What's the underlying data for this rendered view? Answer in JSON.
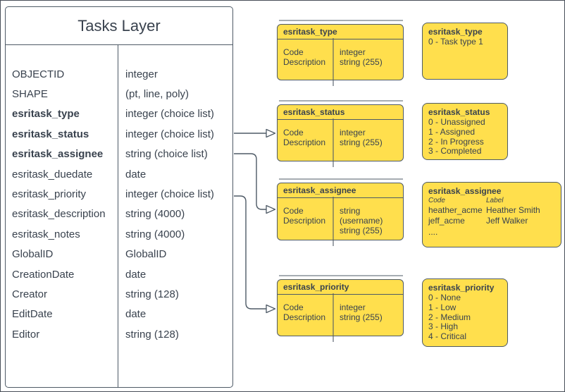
{
  "main_table": {
    "title": "Tasks Layer",
    "fields": [
      {
        "name": "OBJECTID",
        "type": "integer"
      },
      {
        "name": "SHAPE",
        "type": "(pt, line, poly)"
      },
      {
        "name": "esritask_type",
        "type": "integer (choice list)"
      },
      {
        "name": "esritask_status",
        "type": "integer (choice list)"
      },
      {
        "name": "esritask_assignee",
        "type": "string (choice list)"
      },
      {
        "name": "esritask_duedate",
        "type": "date"
      },
      {
        "name": "esritask_priority",
        "type": "integer (choice list)"
      },
      {
        "name": "esritask_description",
        "type": "string (4000)"
      },
      {
        "name": "esritask_notes",
        "type": "string (4000)"
      },
      {
        "name": "GlobalID",
        "type": "GlobalID"
      },
      {
        "name": "CreationDate",
        "type": "date"
      },
      {
        "name": "Creator",
        "type": "string (128)"
      },
      {
        "name": "EditDate",
        "type": "date"
      },
      {
        "name": "Editor",
        "type": "string (128)"
      }
    ]
  },
  "domain_tables": [
    {
      "title": "esritask_type",
      "left": [
        "Code",
        "Description"
      ],
      "right": [
        "integer",
        "string (255)"
      ]
    },
    {
      "title": "esritask_status",
      "left": [
        "Code",
        "Description"
      ],
      "right": [
        "integer",
        "string (255)"
      ]
    },
    {
      "title": "esritask_assignee",
      "left": [
        "Code",
        "Description"
      ],
      "right": [
        "string (username)",
        "string (255)"
      ]
    },
    {
      "title": "esritask_priority",
      "left": [
        "Code",
        "Description"
      ],
      "right": [
        "integer",
        "string (255)"
      ]
    }
  ],
  "value_lists": [
    {
      "title": "esritask_type",
      "values": [
        "0 - Task type 1"
      ]
    },
    {
      "title": "esritask_status",
      "values": [
        "0 - Unassigned",
        "1 - Assigned",
        "2 - In Progress",
        "3 - Completed"
      ]
    },
    {
      "title": "esritask_assignee",
      "col_headers": [
        "Code",
        "Label"
      ],
      "rows": [
        {
          "code": "heather_acme",
          "label": "Heather Smith"
        },
        {
          "code": "jeff_acme",
          "label": "Jeff Walker"
        }
      ],
      "more": "...."
    },
    {
      "title": "esritask_priority",
      "values": [
        "0 - None",
        "1 - Low",
        "2 - Medium",
        "3 - High",
        "4 - Critical"
      ]
    }
  ],
  "colors": {
    "box_fill": "#FFDF4D",
    "stroke": "#4E5A66",
    "text": "#39424E",
    "background": "#FFFFFF"
  }
}
